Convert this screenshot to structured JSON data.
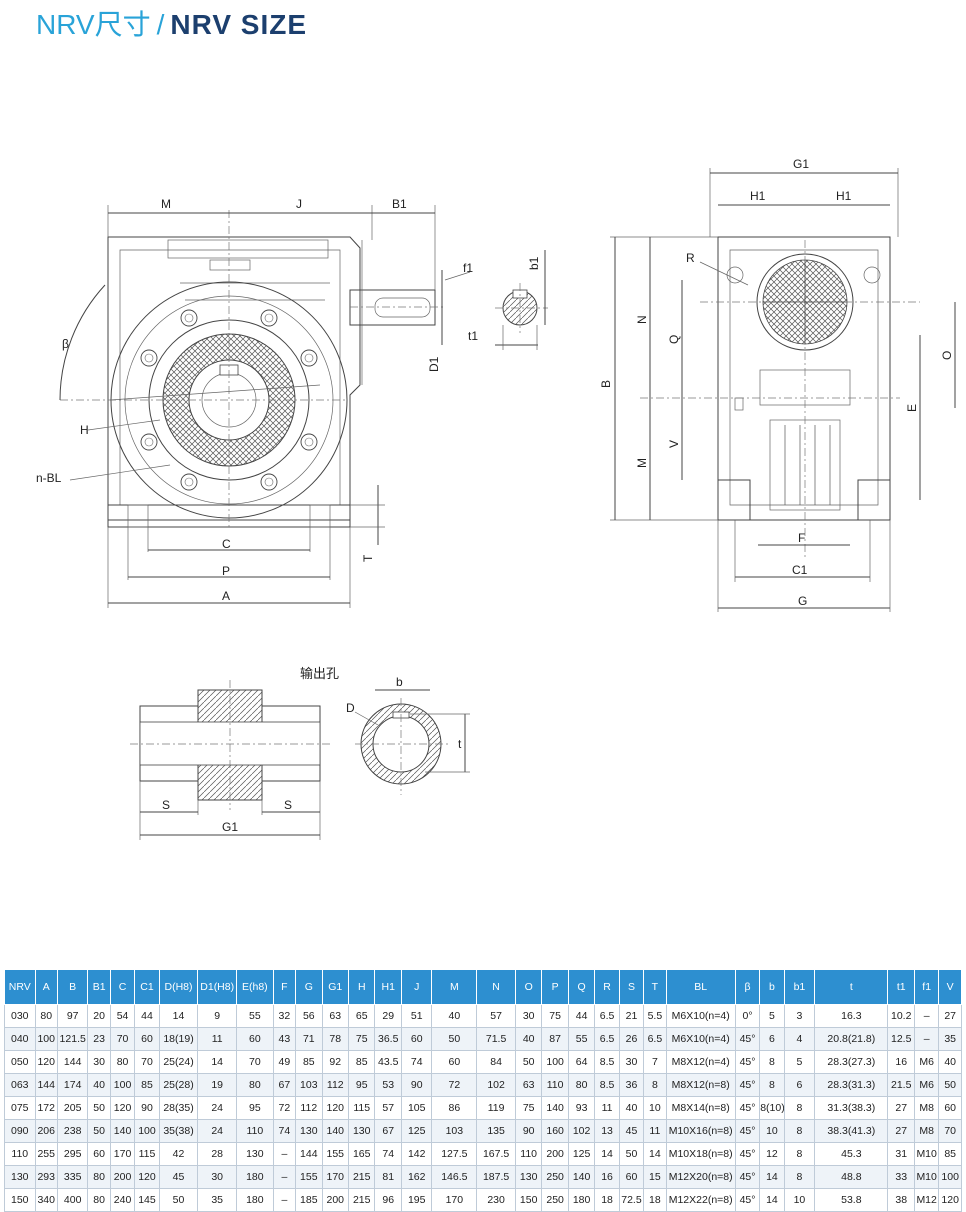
{
  "title": {
    "cn": "NRV尺寸",
    "sep": "/",
    "en": "NRV SIZE"
  },
  "drawing_labels": {
    "front": [
      "M",
      "J",
      "B1",
      "f1",
      "b1",
      "β",
      "H",
      "n-BL",
      "D1",
      "t1",
      "C",
      "P",
      "A",
      "T"
    ],
    "side": [
      "G1",
      "H1",
      "H1",
      "R",
      "N",
      "Q",
      "B",
      "M",
      "V",
      "O",
      "E",
      "F",
      "C1",
      "G"
    ],
    "hole_title": "输出孔",
    "hole": [
      "b",
      "D",
      "t",
      "S",
      "S",
      "G1"
    ]
  },
  "table": {
    "headers": [
      "NRV",
      "A",
      "B",
      "B1",
      "C",
      "C1",
      "D(H8)",
      "D1(H8)",
      "E(h8)",
      "F",
      "G",
      "G1",
      "H",
      "H1",
      "J",
      "M",
      "N",
      "O",
      "P",
      "Q",
      "R",
      "S",
      "T",
      "BL",
      "β",
      "b",
      "b1",
      "t",
      "t1",
      "f1",
      "V"
    ],
    "rows": [
      [
        "030",
        "80",
        "97",
        "20",
        "54",
        "44",
        "14",
        "9",
        "55",
        "32",
        "56",
        "63",
        "65",
        "29",
        "51",
        "40",
        "57",
        "30",
        "75",
        "44",
        "6.5",
        "21",
        "5.5",
        "M6X10(n=4)",
        "0°",
        "5",
        "3",
        "16.3",
        "10.2",
        "–",
        "27"
      ],
      [
        "040",
        "100",
        "121.5",
        "23",
        "70",
        "60",
        "18(19)",
        "11",
        "60",
        "43",
        "71",
        "78",
        "75",
        "36.5",
        "60",
        "50",
        "71.5",
        "40",
        "87",
        "55",
        "6.5",
        "26",
        "6.5",
        "M6X10(n=4)",
        "45°",
        "6",
        "4",
        "20.8(21.8)",
        "12.5",
        "–",
        "35"
      ],
      [
        "050",
        "120",
        "144",
        "30",
        "80",
        "70",
        "25(24)",
        "14",
        "70",
        "49",
        "85",
        "92",
        "85",
        "43.5",
        "74",
        "60",
        "84",
        "50",
        "100",
        "64",
        "8.5",
        "30",
        "7",
        "M8X12(n=4)",
        "45°",
        "8",
        "5",
        "28.3(27.3)",
        "16",
        "M6",
        "40"
      ],
      [
        "063",
        "144",
        "174",
        "40",
        "100",
        "85",
        "25(28)",
        "19",
        "80",
        "67",
        "103",
        "112",
        "95",
        "53",
        "90",
        "72",
        "102",
        "63",
        "110",
        "80",
        "8.5",
        "36",
        "8",
        "M8X12(n=8)",
        "45°",
        "8",
        "6",
        "28.3(31.3)",
        "21.5",
        "M6",
        "50"
      ],
      [
        "075",
        "172",
        "205",
        "50",
        "120",
        "90",
        "28(35)",
        "24",
        "95",
        "72",
        "112",
        "120",
        "115",
        "57",
        "105",
        "86",
        "119",
        "75",
        "140",
        "93",
        "11",
        "40",
        "10",
        "M8X14(n=8)",
        "45°",
        "8(10)",
        "8",
        "31.3(38.3)",
        "27",
        "M8",
        "60"
      ],
      [
        "090",
        "206",
        "238",
        "50",
        "140",
        "100",
        "35(38)",
        "24",
        "110",
        "74",
        "130",
        "140",
        "130",
        "67",
        "125",
        "103",
        "135",
        "90",
        "160",
        "102",
        "13",
        "45",
        "11",
        "M10X16(n=8)",
        "45°",
        "10",
        "8",
        "38.3(41.3)",
        "27",
        "M8",
        "70"
      ],
      [
        "110",
        "255",
        "295",
        "60",
        "170",
        "115",
        "42",
        "28",
        "130",
        "–",
        "144",
        "155",
        "165",
        "74",
        "142",
        "127.5",
        "167.5",
        "110",
        "200",
        "125",
        "14",
        "50",
        "14",
        "M10X18(n=8)",
        "45°",
        "12",
        "8",
        "45.3",
        "31",
        "M10",
        "85"
      ],
      [
        "130",
        "293",
        "335",
        "80",
        "200",
        "120",
        "45",
        "30",
        "180",
        "–",
        "155",
        "170",
        "215",
        "81",
        "162",
        "146.5",
        "187.5",
        "130",
        "250",
        "140",
        "16",
        "60",
        "15",
        "M12X20(n=8)",
        "45°",
        "14",
        "8",
        "48.8",
        "33",
        "M10",
        "100"
      ],
      [
        "150",
        "340",
        "400",
        "80",
        "240",
        "145",
        "50",
        "35",
        "180",
        "–",
        "185",
        "200",
        "215",
        "96",
        "195",
        "170",
        "230",
        "150",
        "250",
        "180",
        "18",
        "72.5",
        "18",
        "M12X22(n=8)",
        "45°",
        "14",
        "10",
        "53.8",
        "38",
        "M12",
        "120"
      ]
    ]
  }
}
